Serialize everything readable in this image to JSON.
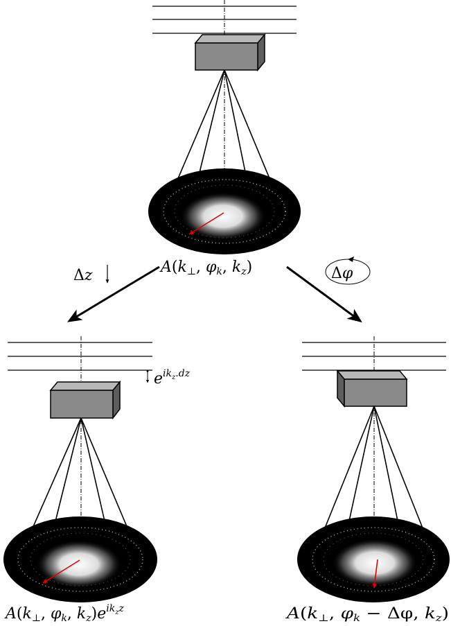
{
  "labels": {
    "top_amp": {
      "f": "A",
      "o": "(",
      "kp": "k",
      "kp_sub": "⊥",
      "c1": ", ",
      "phi": "φ",
      "phi_sub": "k",
      "c2": ", ",
      "kz": "k",
      "kz_sub": "z",
      "cl": ")"
    },
    "delta_z": {
      "d": "Δ",
      "z": "z"
    },
    "delta_phi": {
      "d": "Δ",
      "p": "φ"
    },
    "phase_factor": {
      "e": "e",
      "sup": "ik",
      "sub": "z",
      "tail": ".dz"
    },
    "left_amp": {
      "f": "A",
      "o": "(",
      "kp": "k",
      "kp_sub": "⊥",
      "c1": ", ",
      "phi": "φ",
      "phi_sub": "k",
      "c2": ", ",
      "kz": "k",
      "kz_sub": "z",
      "cl": ")",
      "e": "e",
      "sup": "ik",
      "sub": "z",
      "tail": "z"
    },
    "right_amp": {
      "f": "A",
      "o": "(",
      "kp": "k",
      "kp_sub": "⊥",
      "c1": ", ",
      "phi": "φ",
      "phi_sub": "k",
      "mid": " − Δφ, ",
      "kz": "k",
      "kz_sub": "z",
      "cl": ")"
    }
  },
  "colors": {
    "block_front": "#8a8a8a",
    "block_top": "#b8b8b8",
    "block_side": "#5e5e5e",
    "screen": "#000000",
    "arrow": "#e00000"
  }
}
